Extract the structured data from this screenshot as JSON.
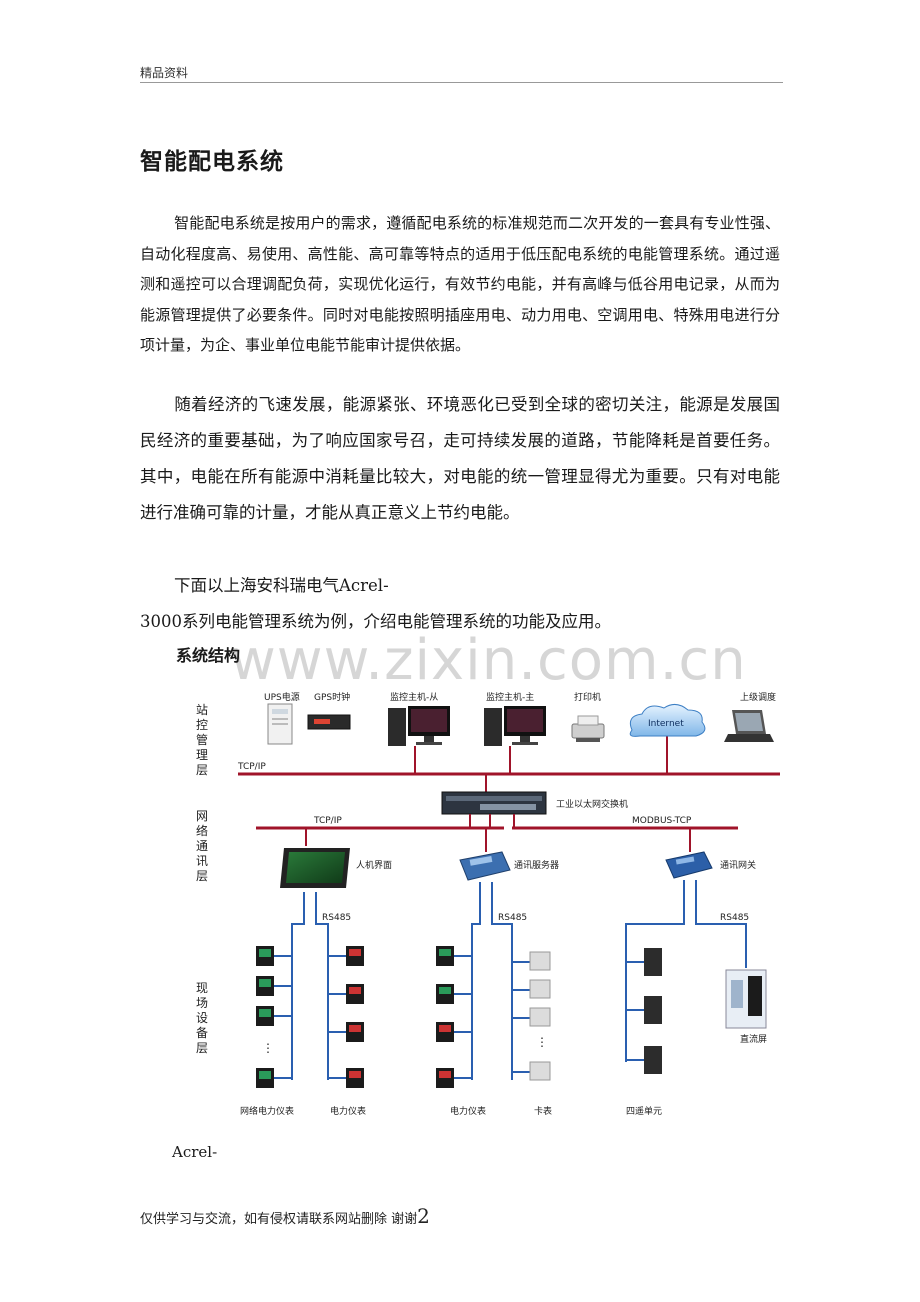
{
  "header": {
    "label": "精品资料"
  },
  "title": "智能配电系统",
  "paragraphs": {
    "p1": "智能配电系统是按用户的需求，遵循配电系统的标准规范而二次开发的一套具有专业性强、自动化程度高、易使用、高性能、高可靠等特点的适用于低压配电系统的电能管理系统。通过遥测和遥控可以合理调配负荷，实现优化运行，有效节约电能，并有高峰与低谷用电记录，从而为能源管理提供了必要条件。同时对电能按照明插座用电、动力用电、空调用电、特殊用电进行分项计量，为企、事业单位电能节能审计提供依据。",
    "p2": "随着经济的飞速发展，能源紧张、环境恶化已受到全球的密切关注，能源是发展国民经济的重要基础，为了响应国家号召，走可持续发展的道路，节能降耗是首要任务。其中，电能在所有能源中消耗量比较大，对电能的统一管理显得尤为重要。只有对电能进行准确可靠的计量，才能从真正意义上节约电能。",
    "p3a": "下面以上海安科瑞电气Acrel-",
    "p3b": "3000系列电能管理系统为例，介绍电能管理系统的功能及应用。"
  },
  "section_heading": "系统结构",
  "watermark": "www.zixin.com.cn",
  "diagram": {
    "layers": {
      "station": "站控管理层",
      "network": "网络通讯层",
      "field": "现场设备层"
    },
    "devices": {
      "ups": "UPS电源",
      "gps": "GPS时钟",
      "monitor_slave": "监控主机-从",
      "monitor_master": "监控主机-主",
      "printer": "打印机",
      "internet": "Internet",
      "upper_dispatch": "上级调度",
      "switch": "工业以太网交换机",
      "hmi": "人机界面",
      "comm_server": "通讯服务器",
      "comm_gateway": "通讯网关",
      "net_meter": "网络电力仪表",
      "power_meter_1": "电力仪表",
      "power_meter_2": "电力仪表",
      "card_meter": "卡表",
      "four_remote": "四遥单元",
      "dc_screen": "直流屏"
    },
    "bus_labels": {
      "tcpip_top": "TCP/IP",
      "tcpip_mid": "TCP/IP",
      "modbus": "MODBUS-TCP",
      "rs485_1": "RS485",
      "rs485_2": "RS485",
      "rs485_3": "RS485"
    },
    "colors": {
      "bus": "#a0142a"
    }
  },
  "caption": "Acrel-",
  "footer": {
    "text": "仅供学习与交流，如有侵权请联系网站删除 谢谢",
    "page": "2"
  }
}
